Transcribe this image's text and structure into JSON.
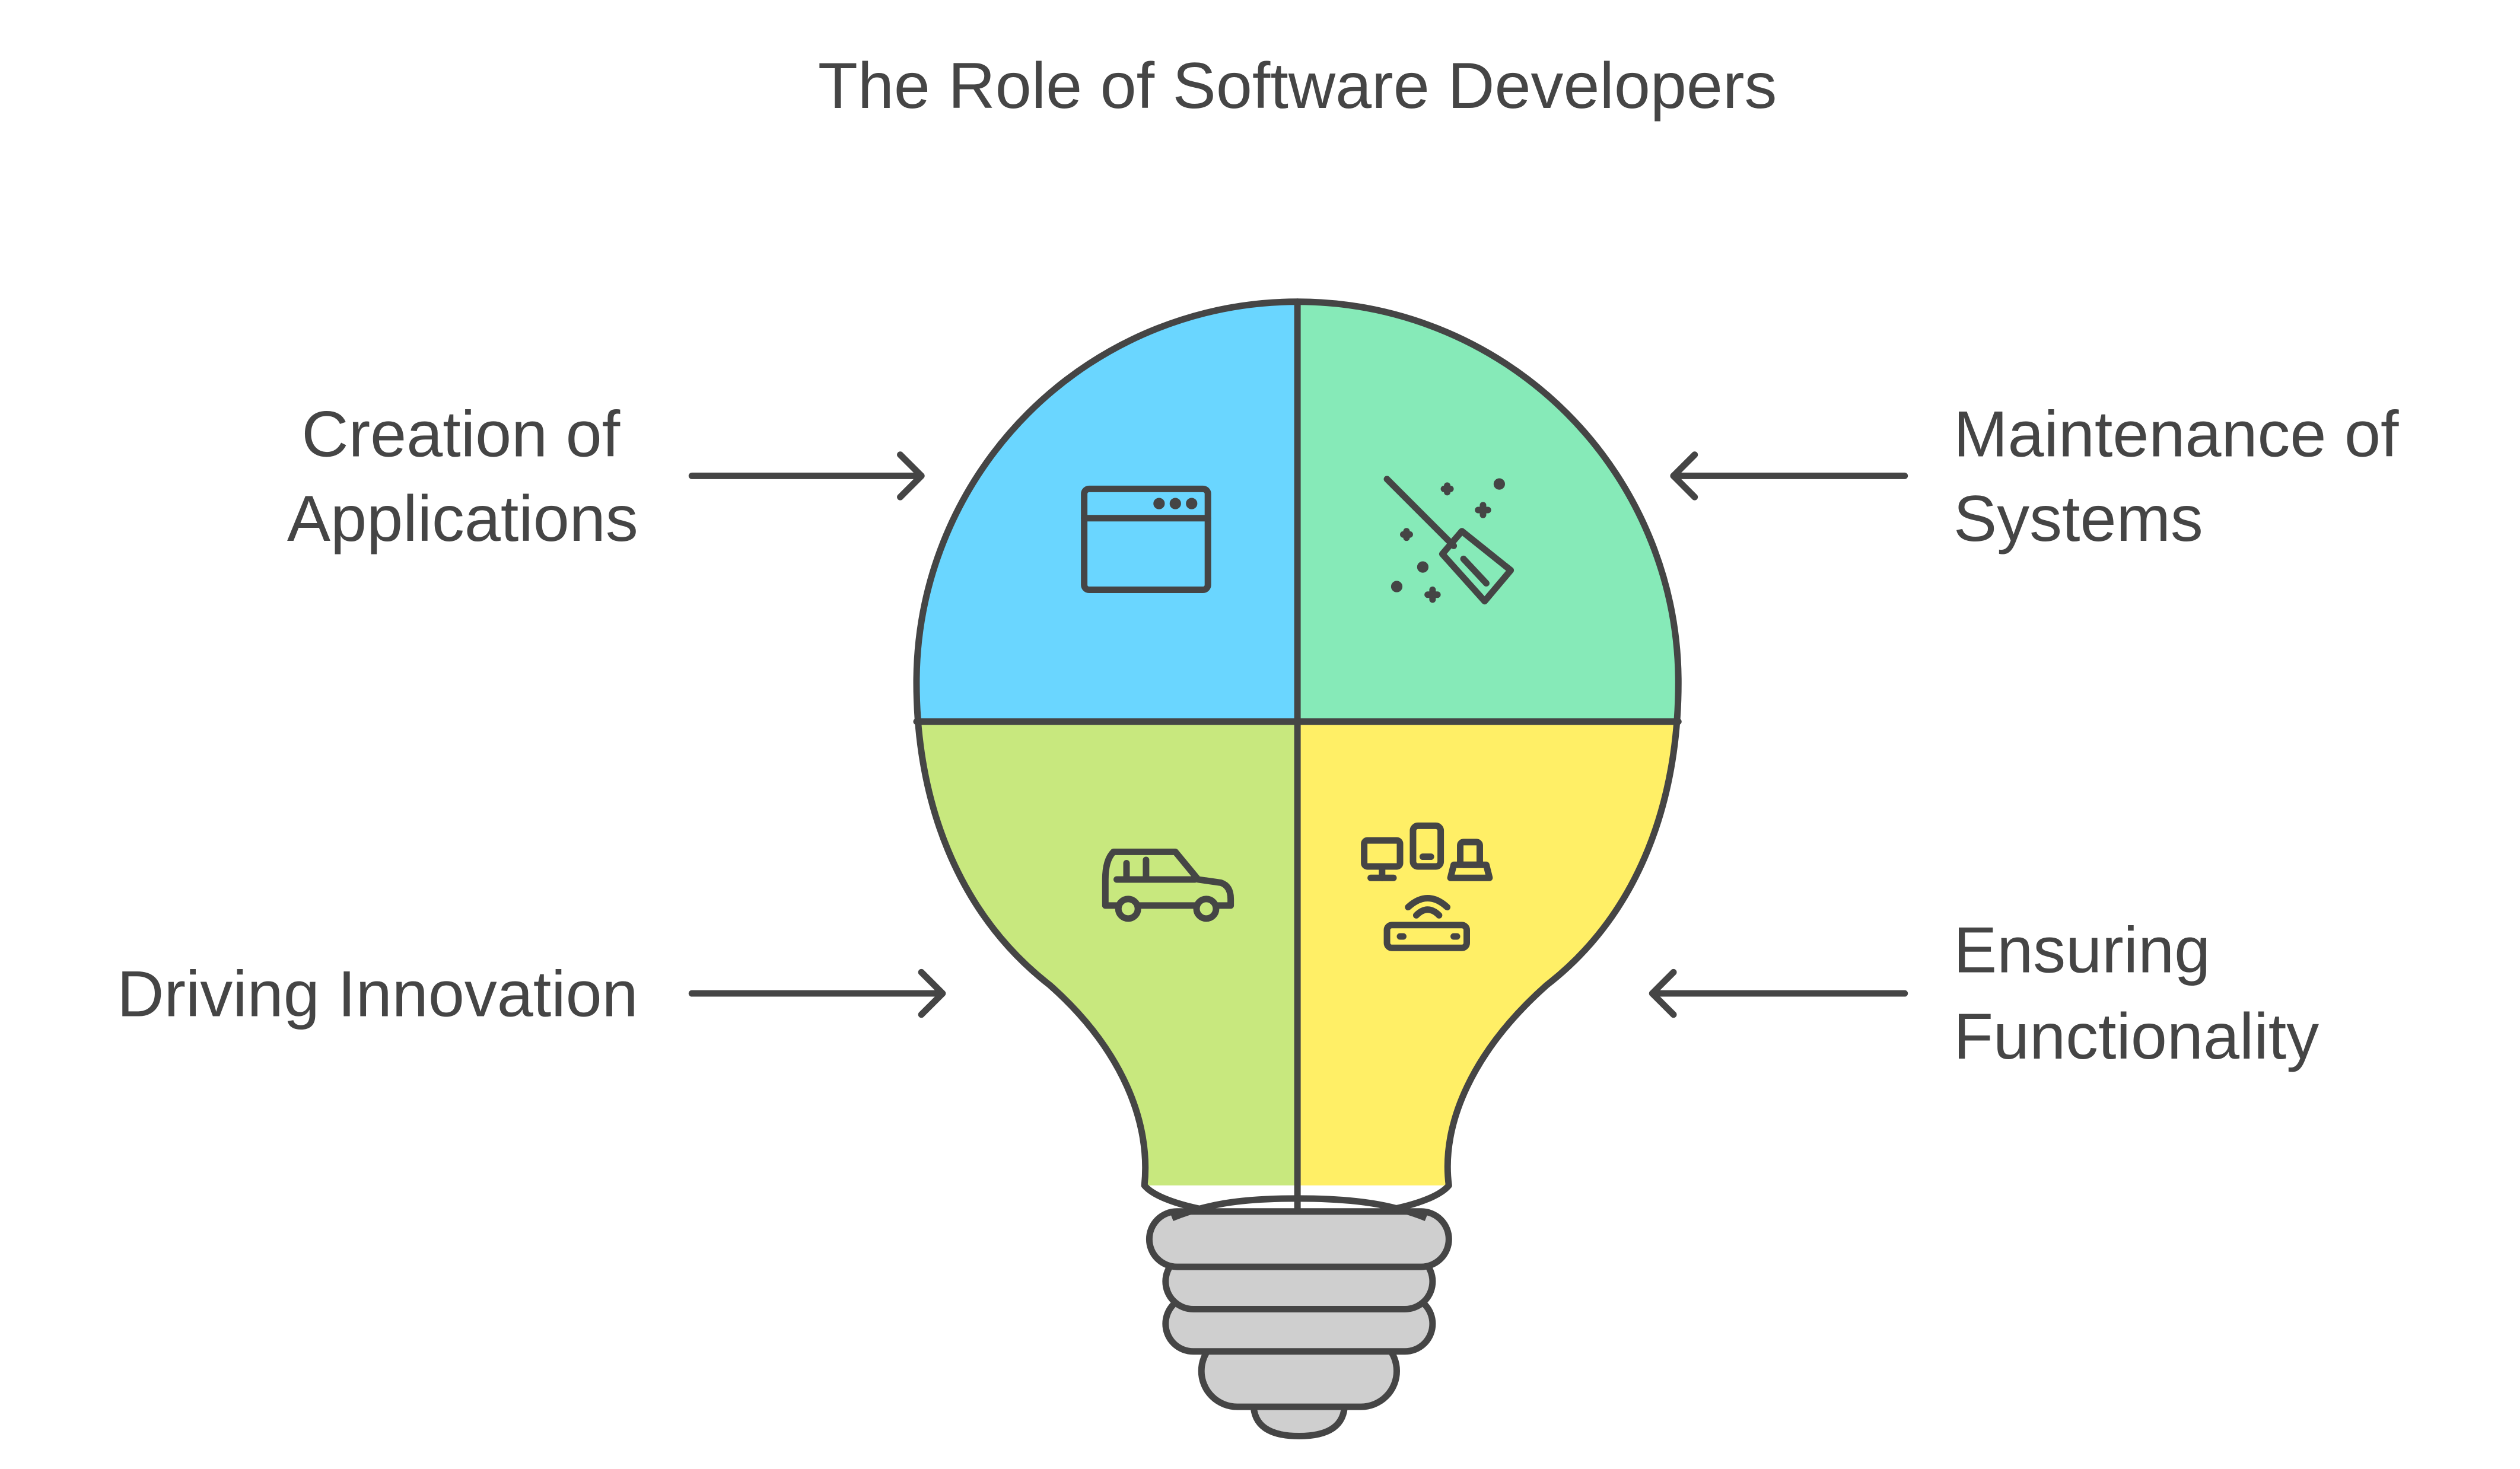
{
  "title": "The Role of Software Developers",
  "quadrants": [
    {
      "id": "q1",
      "label_lines": [
        "Creation of",
        "Applications"
      ],
      "icon": "browser-window-icon",
      "color": "#6AD6FF"
    },
    {
      "id": "q2",
      "label_lines": [
        "Maintenance of",
        "Systems"
      ],
      "icon": "broom-icon",
      "color": "#86EAB8"
    },
    {
      "id": "q3",
      "label_lines": [
        "Driving Innovation"
      ],
      "icon": "car-icon",
      "color": "#C8E87E"
    },
    {
      "id": "q4",
      "label_lines": [
        "Ensuring",
        "Functionality"
      ],
      "icon": "connected-devices-icon",
      "color": "#FFEF66"
    }
  ],
  "colors": {
    "stroke": "#454545",
    "base": "#CFCFCF",
    "text": "#454545"
  }
}
